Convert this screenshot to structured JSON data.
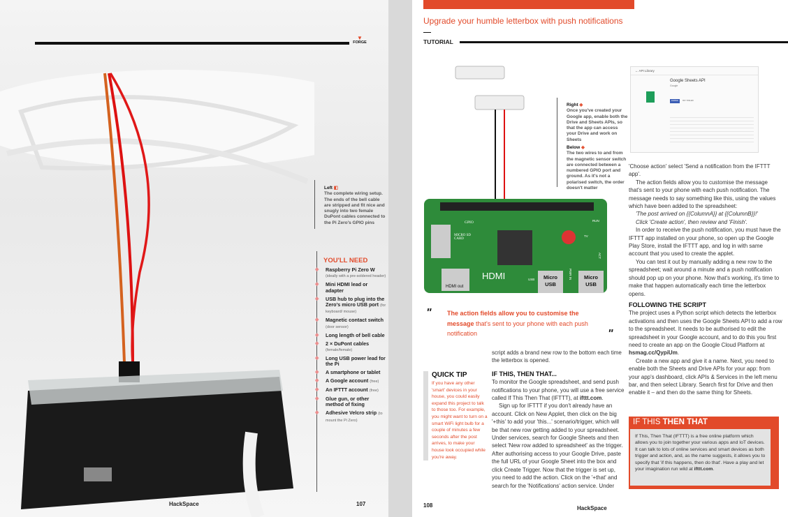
{
  "left_page": {
    "section": "FORGE",
    "caption": {
      "label": "Left",
      "text": "The complete wiring setup. The ends of the bell cable are stripped and fit nice and snugly into two female DuPont cables connected to the Pi Zero's GPIO pins"
    },
    "needs_title": "YOU'LL NEED",
    "needs": [
      {
        "item": "Raspberry Pi Zero W",
        "note": "(ideally with a pre-soldered header)"
      },
      {
        "item": "Mini HDMI lead or adapter",
        "note": ""
      },
      {
        "item": "USB hub to plug into the Zero's micro USB port",
        "note": "(for keyboard/ mouse)"
      },
      {
        "item": "Magnetic contact switch",
        "note": "(door sensor)"
      },
      {
        "item": "Long length of bell cable",
        "note": ""
      },
      {
        "item": "2 × DuPont cables",
        "note": "(female/female)"
      },
      {
        "item": "Long USB power lead for the Pi",
        "note": ""
      },
      {
        "item": "A smartphone or tablet",
        "note": ""
      },
      {
        "item": "A Google account",
        "note": "(free)"
      },
      {
        "item": "An IFTTT account",
        "note": "(free)"
      },
      {
        "item": "Glue gun, or other method of fixing",
        "note": ""
      },
      {
        "item": "Adhesive Velcro strip",
        "note": "(to mount the Pi Zero)"
      }
    ],
    "footer_brand": "HackSpace",
    "page_number": "107"
  },
  "right_page": {
    "headline": "Upgrade your humble letterbox with push notifications",
    "section": "TUTORIAL",
    "captions": [
      {
        "label": "Right",
        "text": "Once you've created your Google app, enable both the Drive and Sheets APIs, so that the app can access your Drive and work on Sheets"
      },
      {
        "label": "Below",
        "text": "The two wires to and from the magnetic sensor switch are connected between a numbered GPIO port and ground. As it's not a polarised switch, the order doesn't matter"
      }
    ],
    "screenshot": {
      "back": "API Library",
      "title": "Google Sheets API",
      "vendor": "Google",
      "enable": "ENABLE",
      "try": "TRY THIS API"
    },
    "board_labels": {
      "gpio": "GPIO",
      "sd": "MICRO SD CARD",
      "hdmi": "HDMI",
      "hdmi_out": "HDMI out",
      "usb1": "Micro USB",
      "usb2": "Micro USB",
      "usb": "USB",
      "pwr": "PWR IN",
      "run": "RUN",
      "tv": "TV",
      "act": "ACT"
    },
    "pull_quote": {
      "bold": "The action fields allow you to customise the message",
      "rest": " that's sent to your phone with each push notification"
    },
    "quick_tip": {
      "title": "QUICK TIP",
      "text": "If you have any other 'smart' devices in your house, you could easily expand this project to talk to those too. For example, you might want to turn on a smart WiFi light bulb for a couple of minutes a few seconds after the post arrives, to make your house look occupied while you're away."
    },
    "col1": {
      "intro": "script adds a brand new row to the bottom each time the letterbox is opened.",
      "heading": "IF THIS, THEN THAT...",
      "p1a": "To monitor the Google spreadsheet, and send push notifications to your phone, you will use a free service called If This Then That (IFTTT), at ",
      "p1link": "ifttt.com",
      "p2": "Sign up for IFTTT if you don't already have an account. Click on New Applet, then click on the big '+this' to add your 'this...' scenario/trigger, which will be that new row getting added to your spreadsheet. Under services, search for Google Sheets and then select 'New row added to spreadsheet' as the trigger. After authorising access to your Google Drive, paste the full URL of your Google Sheet into the box and click Create Trigger. Now that the trigger is set up, you need to add the action. Click on the '+that' and search for the 'Notifications' action service. Under"
    },
    "col2": {
      "p1": "'Choose action' select 'Send a notification from the IFTTT app'.",
      "p2": "The action fields allow you to customise the message that's sent to your phone with each push notification. The message needs to say something like this, using the values which have been added to the spreadsheet:",
      "q1": "'The post arrived on {{ColumnA}} at {{ColumnB}}!'",
      "q2": "Click 'Create action', then review and 'Finish'.",
      "p3": "In order to receive the push notification, you must have the IFTTT app installed on your phone, so open up the Google Play Store, install the IFTTT app, and log in with same account that you used to create the applet.",
      "p4": "You can test it out by manually adding a new row to the spreadsheet; wait around a minute and a push notification should pop up on your phone. Now that's working, it's time to make that happen automatically each time the letterbox opens.",
      "heading": "FOLLOWING THE SCRIPT",
      "p5a": "The project uses a Python script which detects the letterbox activations and then uses the Google Sheets API to add a row to the spreadsheet. It needs to be authorised to edit the spreadsheet in your Google account, and to do this you first need to create an app on the Google Cloud Platform at ",
      "p5link": "hsmag.cc/QypiUm",
      "p6": "Create a new app and give it a name. Next, you need to enable both the Sheets and Drive APIs for your app: from your app's dashboard, click APIs & Services in the left menu bar, and then select Library. Search first for Drive and then enable it – and then do the same thing for Sheets."
    },
    "boxout": {
      "title_light": "IF THIS ",
      "title_bold": "THEN THAT",
      "text_a": "If This, Then That (IFTTT) is a free online platform which allows you to join together your various apps and IoT devices. It can talk to lots of online services and smart devices as both trigger and action, and, as the name suggests, it allows you to specify that 'if this happens, then do that'. Have a play and let your imagination run wild at ",
      "link": "ifttt.com"
    },
    "page_number": "108",
    "footer_brand": "HackSpace"
  },
  "colors": {
    "accent": "#e24a2a",
    "board": "#2e8b3a"
  }
}
